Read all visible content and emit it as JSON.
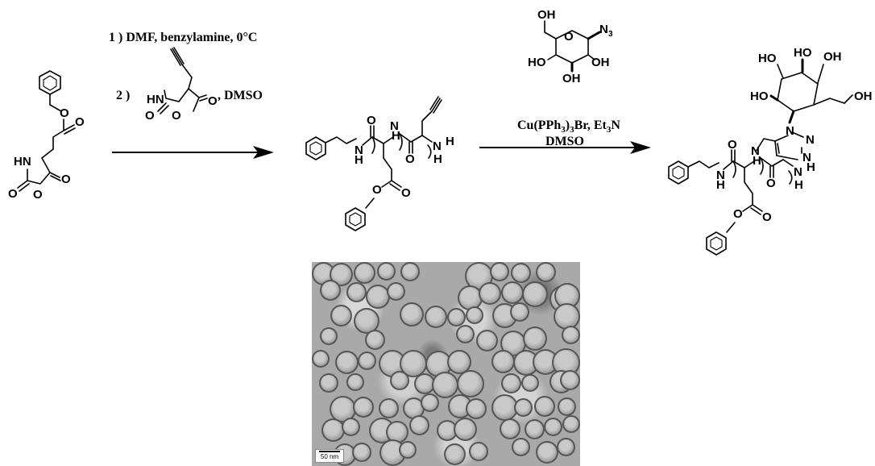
{
  "reaction": {
    "step1": {
      "condition_1": "1 ) DMF, benzylamine, 0°C",
      "condition_2_prefix": "2 )",
      "condition_2_suffix": ", DMSO"
    },
    "step2": {
      "catalyst_a": "Cu(PPh",
      "catalyst_sub1": "3",
      "catalyst_b": ")",
      "catalyst_sub2": "3",
      "catalyst_c": "Br, Et",
      "catalyst_sub3": "3",
      "catalyst_d": "N",
      "solvent": "DMSO"
    }
  },
  "atoms": {
    "O": "O",
    "HN": "HN",
    "NH": "NH",
    "N": "N",
    "H": "H",
    "OH": "OH",
    "HO": "HO",
    "N3_main": "N",
    "N3_sub": "3"
  },
  "tem_image": {
    "scale_bar": "50 nm"
  }
}
